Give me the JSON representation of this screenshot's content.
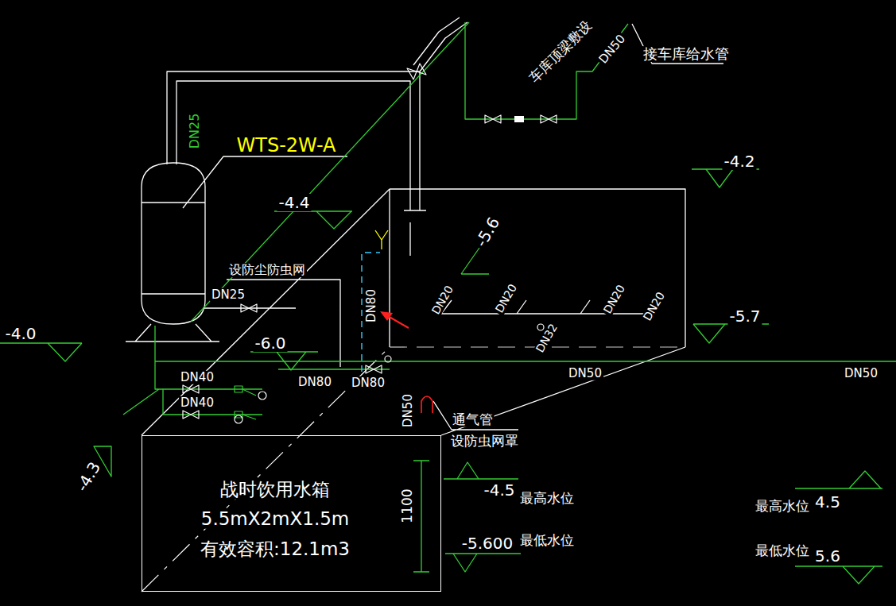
{
  "diagram": {
    "nodes": [
      {
        "text": [
          "战时饮用水箱",
          "5.5mX2mX1.5m",
          "有效容积:12.1m3"
        ]
      }
    ],
    "labels": [
      "DN25",
      "WTS-2W-A",
      "车库顶梁敷设",
      "DN50",
      "接车库给水管",
      "-4.2",
      "-4.4",
      "-5.6",
      "设防尘防虫网",
      "DN25",
      "DN80",
      "DN20",
      "DN20",
      "DN20",
      "DN20",
      "DN32",
      "-5.7",
      "-4.0",
      "-6.0",
      "DN80",
      "DN80",
      "DN50",
      "DN50",
      "DN40",
      "DN40",
      "DN50",
      "通气管",
      "设防虫网罩",
      "-4.3",
      "1100",
      "-4.5",
      "最高水位",
      "-5.600",
      "最低水位",
      "最高水位",
      "4.5",
      "最低水位",
      "5.6"
    ]
  }
}
